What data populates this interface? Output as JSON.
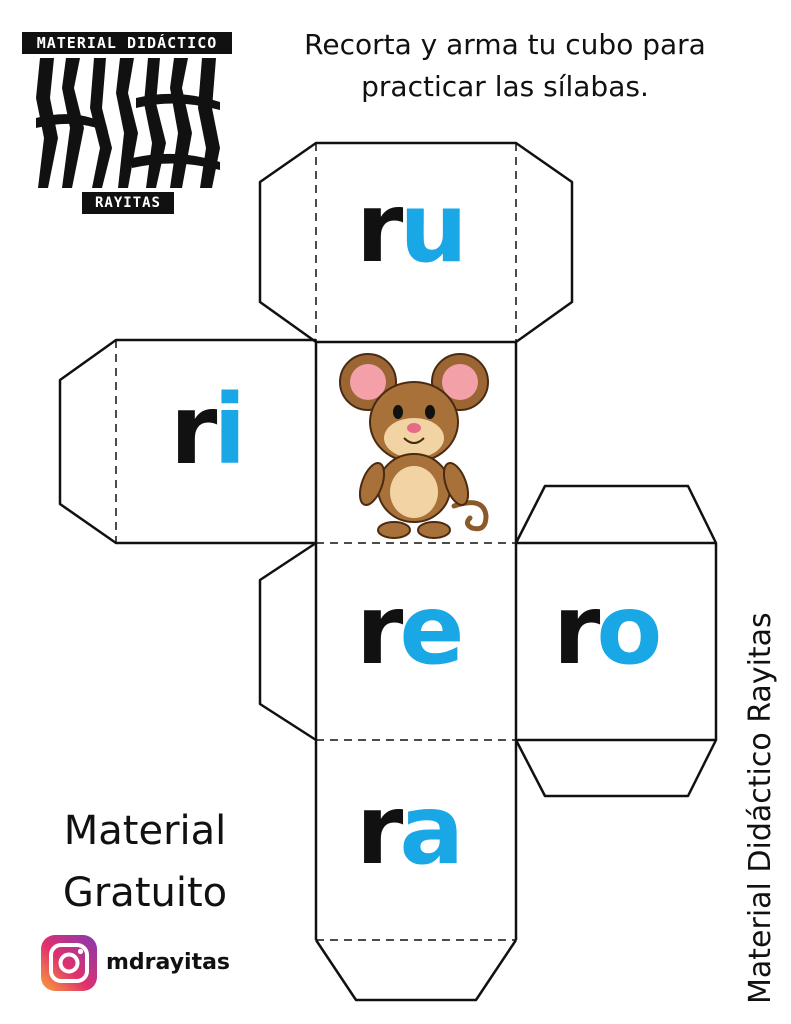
{
  "logo": {
    "top_text": "MATERIAL DIDÁCTICO",
    "bottom_text": "RAYITAS"
  },
  "instruction": {
    "line1": "Recorta y arma tu cubo para",
    "line2": "practicar las sílabas."
  },
  "faces": {
    "ru": {
      "consonant": "r",
      "vowel": "u"
    },
    "ri": {
      "consonant": "r",
      "vowel": "i"
    },
    "re": {
      "consonant": "r",
      "vowel": "e"
    },
    "ro": {
      "consonant": "r",
      "vowel": "o"
    },
    "ra": {
      "consonant": "r",
      "vowel": "a"
    }
  },
  "footer": {
    "free_line1": "Material",
    "free_line2": "Gratuito",
    "instagram_icon": "instagram-icon",
    "instagram_handle": "mdrayitas"
  },
  "side_watermark": "Material Didáctico Rayitas",
  "colors": {
    "consonant": "#111111",
    "vowel": "#1aa7e6"
  }
}
